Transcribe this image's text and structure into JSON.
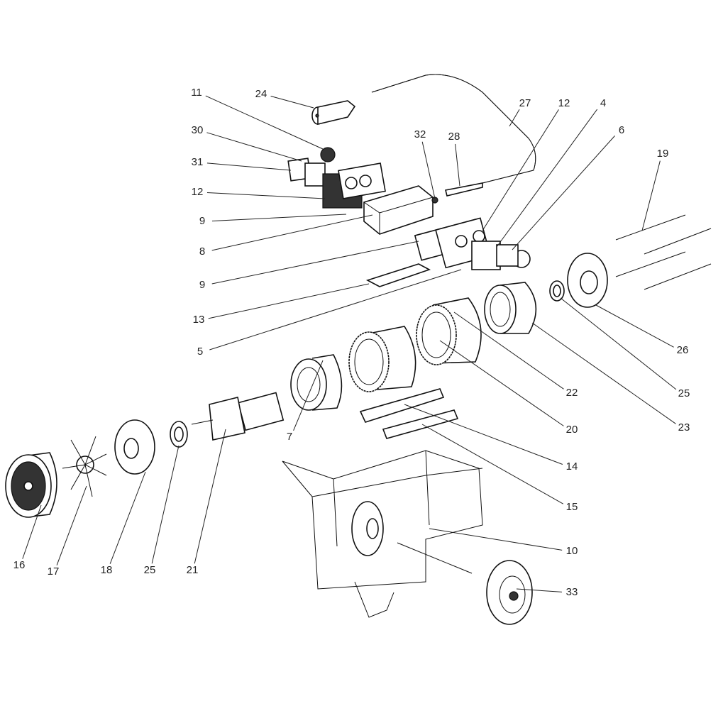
{
  "diagram": {
    "type": "exploded parts diagram",
    "callouts": [
      "11",
      "24",
      "30",
      "31",
      "12",
      "9",
      "8",
      "9",
      "13",
      "5",
      "32",
      "28",
      "27",
      "12",
      "4",
      "6",
      "19",
      "26",
      "25",
      "23",
      "22",
      "20",
      "14",
      "15",
      "10",
      "33",
      "7",
      "21",
      "25",
      "18",
      "17",
      "16"
    ]
  }
}
